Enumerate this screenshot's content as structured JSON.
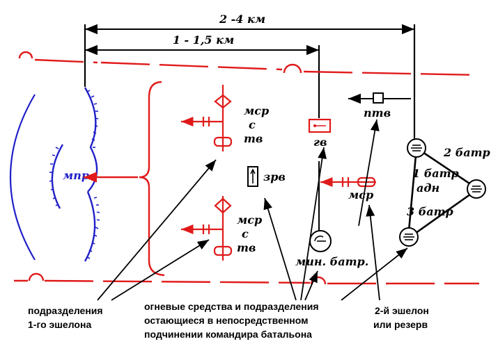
{
  "distances": {
    "outer": "2 -4 км",
    "inner": "1 - 1,5 км"
  },
  "units": {
    "mpr": "мпр",
    "msr_tv_top": [
      "мср",
      "с",
      "тв"
    ],
    "msr_tv_bottom": [
      "мср",
      "с",
      "тв"
    ],
    "gv": "гв",
    "zrv": "зрв",
    "ptv": "птв",
    "msr": "мср",
    "min_batr": "мин. батр.",
    "batr2": "2 батр",
    "batr1_adn": [
      "1 батр",
      "адн"
    ],
    "batr3": "3 батр"
  },
  "notes": {
    "first_echelon": [
      "подразделения",
      "1-го эшелона"
    ],
    "fire_means": [
      "огневые средства и подразделения",
      "остающиеся в непосредственном",
      "подчинении командира батальона"
    ],
    "second_echelon": [
      "2-й эшелон",
      "или резерв"
    ]
  },
  "colors": {
    "red": "#e01a1a",
    "blue": "#2020c8",
    "black": "#000000"
  }
}
